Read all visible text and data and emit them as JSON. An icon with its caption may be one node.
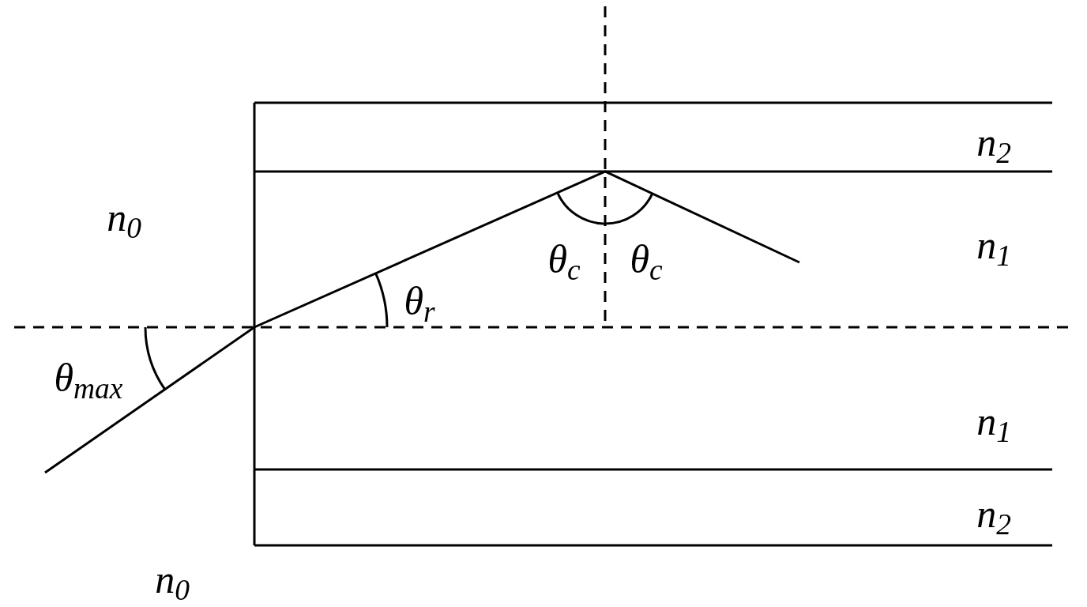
{
  "diagram": {
    "labels": [
      "n$_{2}$",
      "n$_{0}$",
      "θ$_{c}$",
      "θ$_{c}$",
      "n$_{1}$",
      "θ$_{r}$",
      "θ$_{max}$",
      "n$_{1}$",
      "n$_{2}$",
      "n$_{0}$"
    ]
  }
}
